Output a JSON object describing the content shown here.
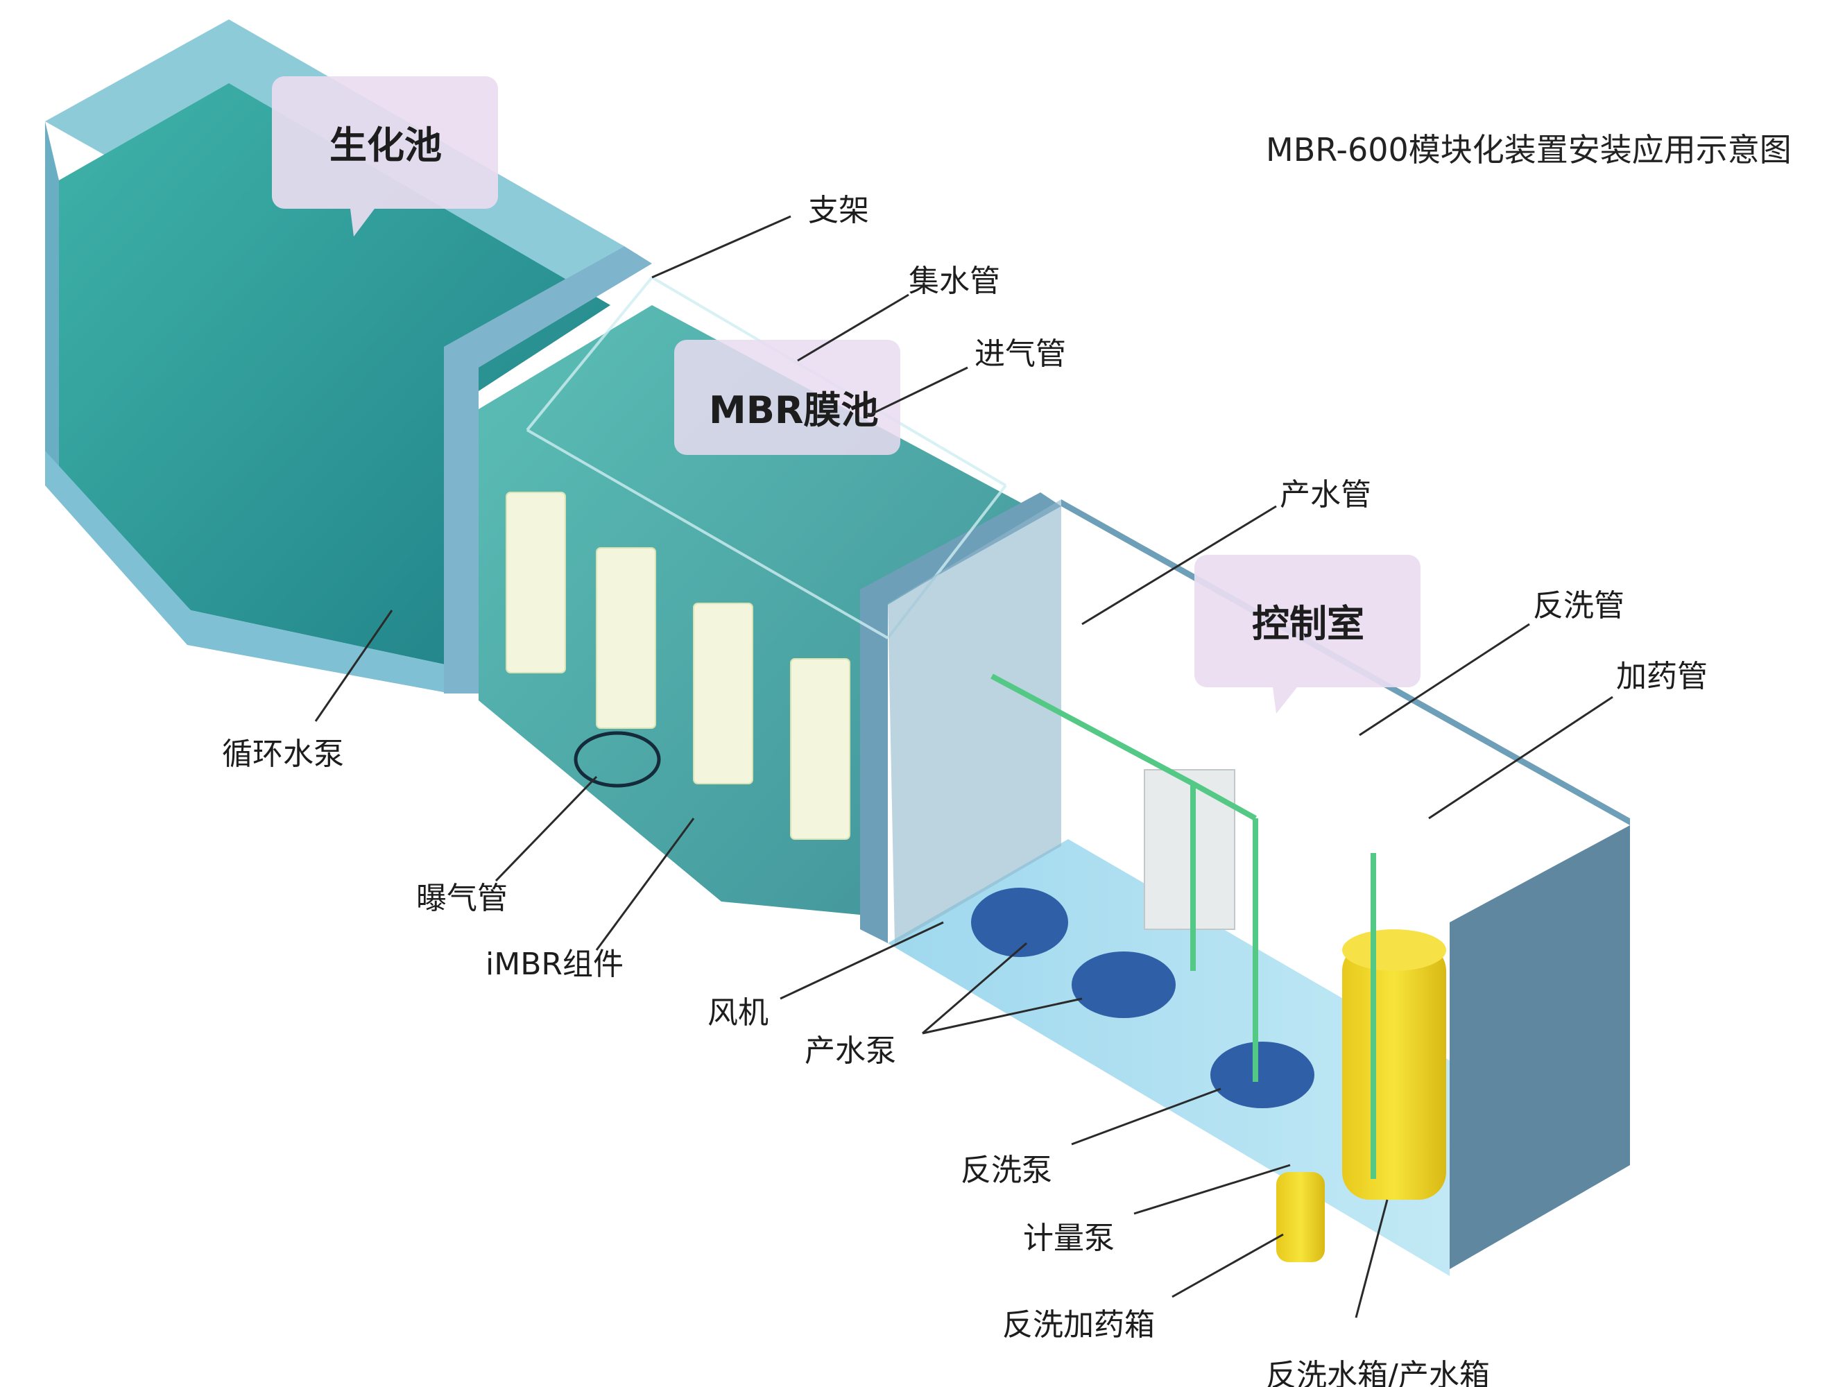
{
  "title": "MBR-600模块化装置安装应用示意图",
  "bubbles": {
    "bio_tank": "生化池",
    "mbr_tank": "MBR膜池",
    "control_room": "控制室"
  },
  "labels": {
    "support": "支架",
    "collector_pipe": "集水管",
    "air_inlet_pipe": "进气管",
    "product_pipe": "产水管",
    "backwash_pipe": "反洗管",
    "dosing_pipe": "加药管",
    "circulation_pump": "循环水泵",
    "aeration_pipe": "曝气管",
    "imbr_module": "iMBR组件",
    "blower": "风机",
    "product_pump": "产水泵",
    "backwash_pump": "反洗泵",
    "metering_pump": "计量泵",
    "backwash_dosing_tank": "反洗加药箱",
    "backwash_product_tank": "反洗水箱/产水箱"
  },
  "colors": {
    "water": "#2f9e9a",
    "wall": "#7fb8cf",
    "wall_dark": "#5d8ea8",
    "bubble": "#e9dcf0",
    "tank_yellow": "#f2dc2c",
    "pump_blue": "#2f5fa6"
  }
}
